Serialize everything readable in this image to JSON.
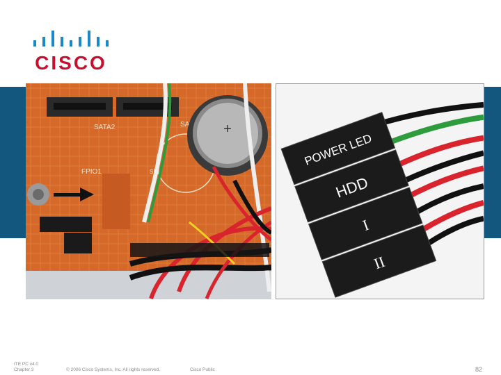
{
  "logo": {
    "text": "CISCO",
    "icon": "cisco-bridge-icon"
  },
  "photos": {
    "left": {
      "icon": "motherboard-front-panel-photo",
      "board_labels": [
        "SATA2",
        "SATA1",
        "FPIO1",
        "SP1"
      ]
    },
    "right": {
      "icon": "front-panel-connector-photo",
      "labels": [
        "POWER LED",
        "HDD",
        "I",
        "II"
      ]
    }
  },
  "footer": {
    "course_line1": "ITE PC v4.0",
    "course_line2": "Chapter 3",
    "copyright": "© 2006 Cisco Systems, Inc. All rights reserved.",
    "classification": "Cisco Public"
  },
  "page_number": "82",
  "colors": {
    "brand_red": "#c8102e",
    "brand_blue": "#1c88c7",
    "band_blue": "#14577e"
  }
}
